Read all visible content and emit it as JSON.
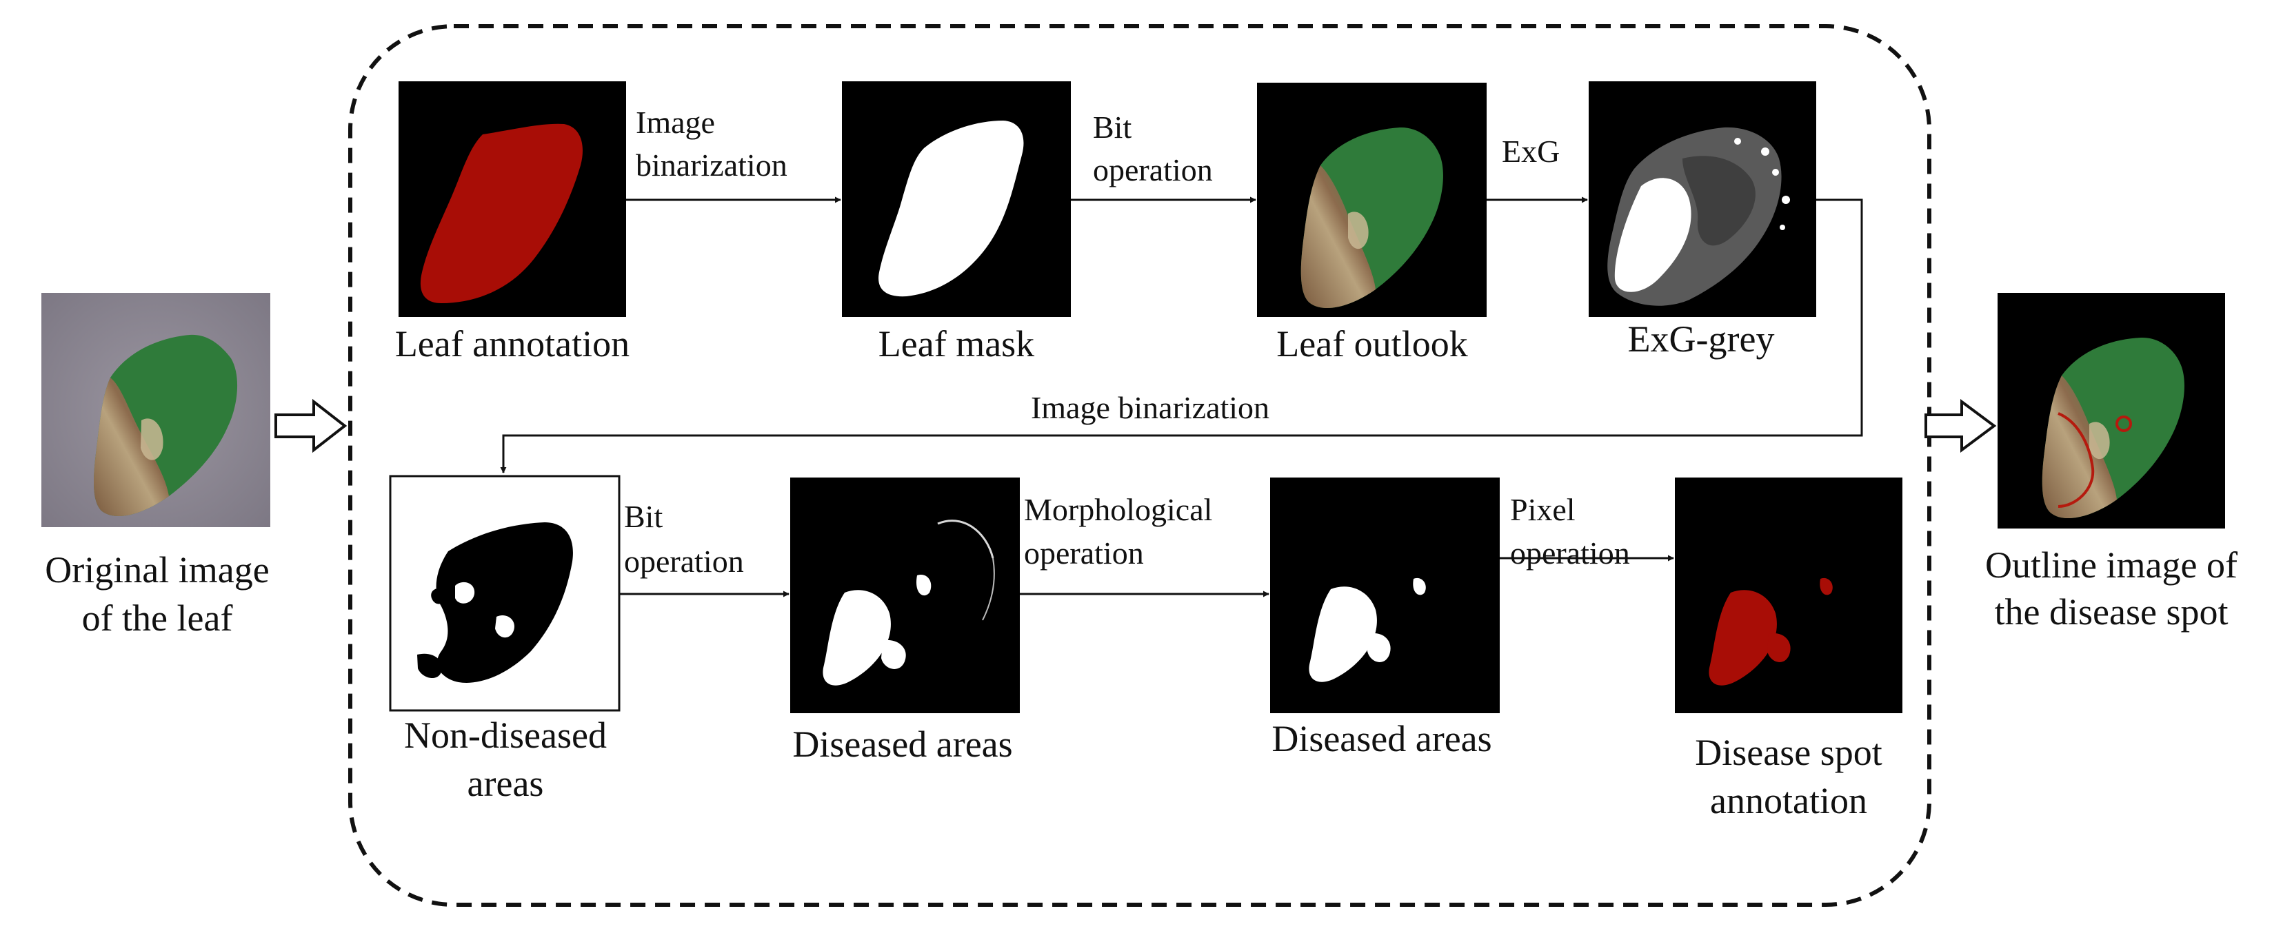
{
  "figure": {
    "original_image_caption": [
      "Original image",
      "of the leaf"
    ],
    "outline_image_caption": [
      "Outline image of",
      "the disease spot"
    ],
    "steps": {
      "leaf_annotation": "Leaf annotation",
      "leaf_mask": "Leaf mask",
      "leaf_outlook": "Leaf outlook",
      "exg_grey": "ExG-grey",
      "non_diseased_areas": [
        "Non-diseased",
        "areas"
      ],
      "diseased_areas_1": "Diseased areas",
      "diseased_areas_2": "Diseased areas",
      "disease_spot_annotation": [
        "Disease spot",
        "annotation"
      ]
    },
    "operations": {
      "image_binarization_1": [
        "Image",
        "binarization"
      ],
      "bit_operation_1": [
        "Bit",
        "operation"
      ],
      "exg": "ExG",
      "image_binarization_2": "Image binarization",
      "bit_operation_2": [
        "Bit",
        "operation"
      ],
      "morphological_operation": [
        "Morphological",
        "operation"
      ],
      "pixel_operation": [
        "Pixel",
        "operation"
      ]
    }
  },
  "colors": {
    "annotation_red": "#a80d06",
    "leaf_green": "#2f7b3a",
    "diseased_brown": "#8a6a4c",
    "background_grey": "#8a8590"
  }
}
